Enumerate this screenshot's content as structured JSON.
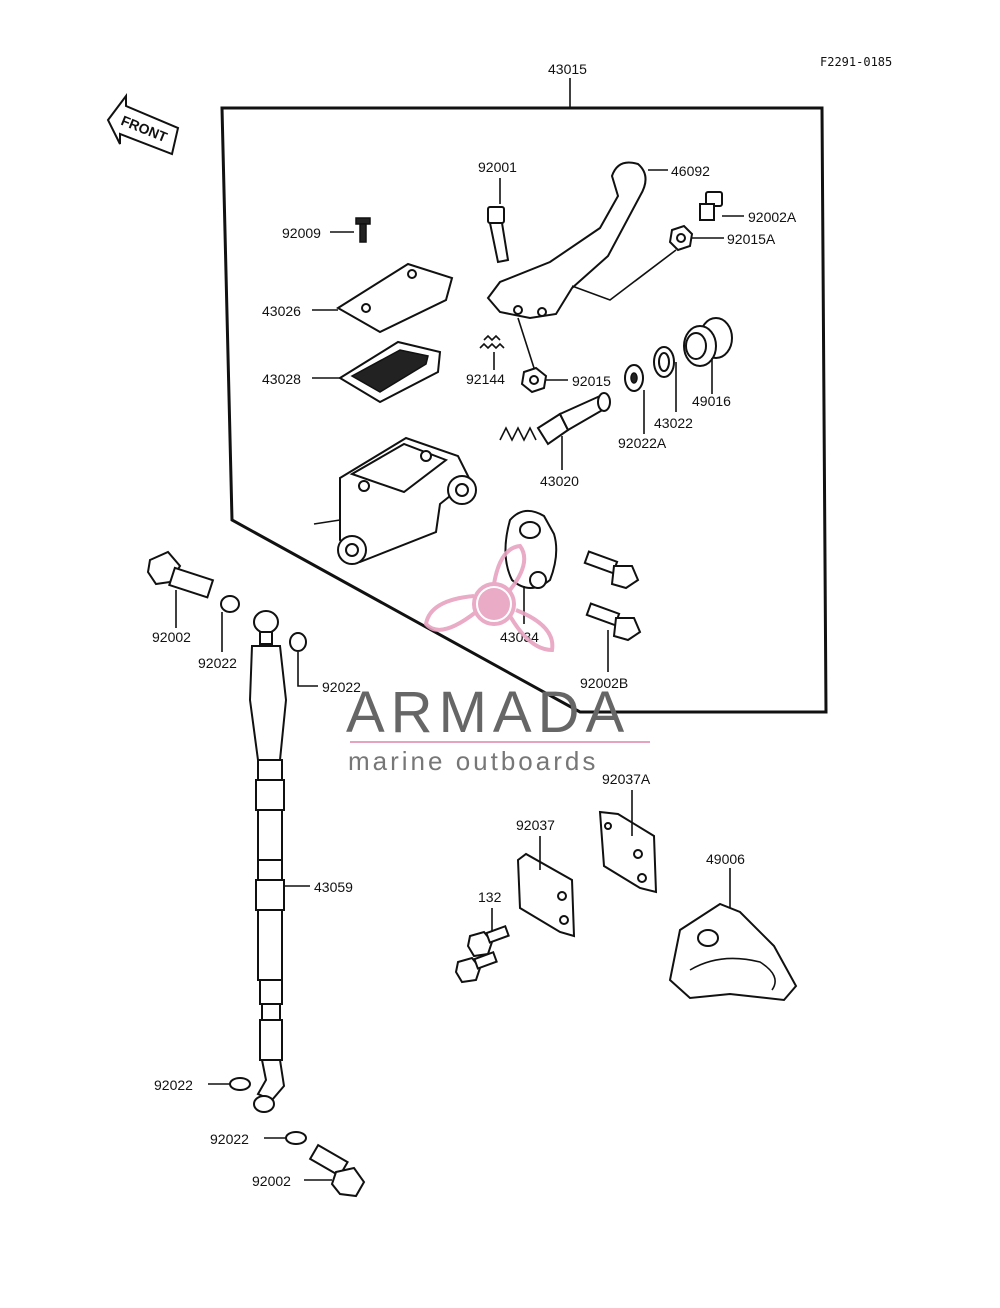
{
  "diagram": {
    "code": "F2291-0185",
    "front_label": "FRONT",
    "assembly_label": "43015"
  },
  "parts": {
    "p92001": "92001",
    "p46092": "46092",
    "p92002A": "92002A",
    "p92015A": "92015A",
    "p92009": "92009",
    "p43026": "43026",
    "p43028": "43028",
    "p92144": "92144",
    "p92015": "92015",
    "p49016": "49016",
    "p43022": "43022",
    "p92022A": "92022A",
    "p43020": "43020",
    "p43034": "43034",
    "p92002B": "92002B",
    "p92002_top": "92002",
    "p92022_a": "92022",
    "p92022_b": "92022",
    "p43059": "43059",
    "p92037A": "92037A",
    "p92037": "92037",
    "p49006": "49006",
    "p132": "132",
    "p92022_c": "92022",
    "p92022_d": "92022",
    "p92002_bottom": "92002"
  },
  "watermark": {
    "brand": "ARMADA",
    "tagline": "marine outboards",
    "logo_color": "#e7a2c0"
  }
}
